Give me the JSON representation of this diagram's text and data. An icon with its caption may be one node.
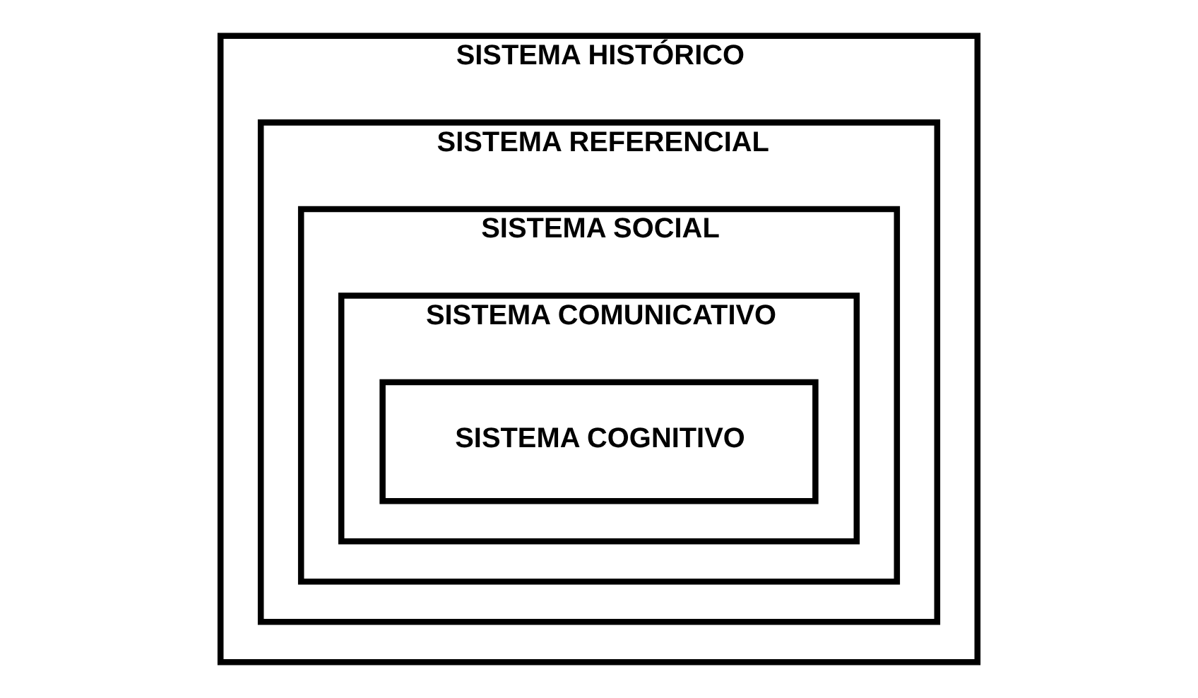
{
  "diagram": {
    "nodes": [
      {
        "text": [
          "SISTEMA HISTÓRICO"
        ]
      },
      {
        "text": [
          "SISTEMA REFERENCIAL"
        ],
        "in": 0
      },
      {
        "text": [
          "SISTEMA SOCIAL"
        ],
        "in": 1
      },
      {
        "text": [
          "SISTEMA COMUNICATIVO"
        ],
        "in": 2
      },
      {
        "text": [
          "SISTEMA COGNITIVO"
        ],
        "in": 3
      }
    ]
  }
}
